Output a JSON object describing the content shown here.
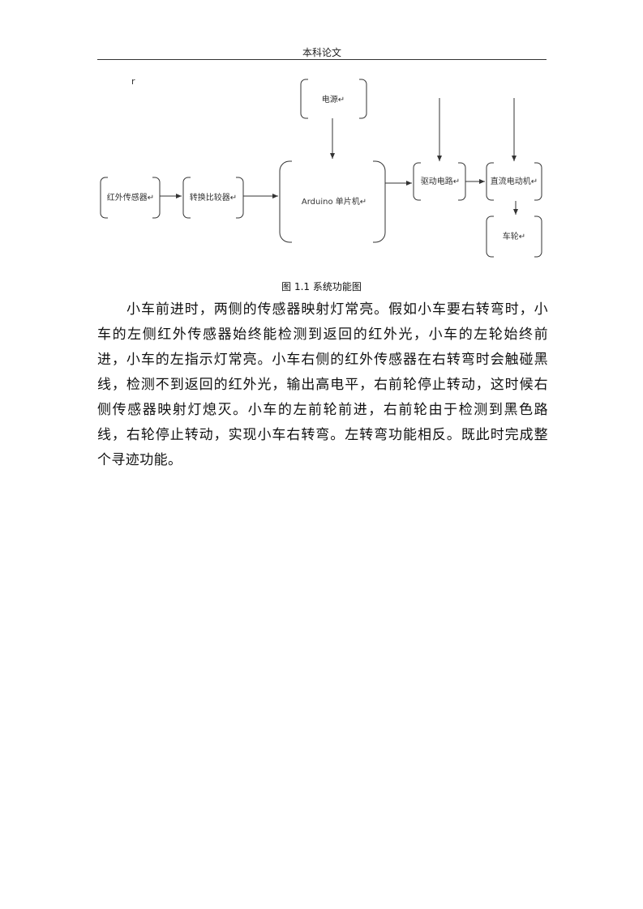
{
  "header": {
    "title": "本科论文"
  },
  "diagram": {
    "mark": "r",
    "nodes": {
      "power": "电源↵",
      "ir_sensor": "红外传感器↵",
      "comparator": "转换比较器↵",
      "arduino": "Arduino 单片机↵",
      "driver": "驱动电路↵",
      "dc_motor": "直流电动机↵",
      "wheel": "车轮↵"
    }
  },
  "figure": {
    "caption": "图 1.1  系统功能图"
  },
  "body": {
    "paragraph": "小车前进时，两侧的传感器映射灯常亮。假如小车要右转弯时，小车的左侧红外传感器始终能检测到返回的红外光，小车的左轮始终前进，小车的左指示灯常亮。小车右侧的红外传感器在右转弯时会触碰黑线，检测不到返回的红外光，输出高电平，右前轮停止转动，这时候右侧传感器映射灯熄灭。小车的左前轮前进，右前轮由于检测到黑色路线，右轮停止转动，实现小车右转弯。左转弯功能相反。既此时完成整个寻迹功能。"
  }
}
